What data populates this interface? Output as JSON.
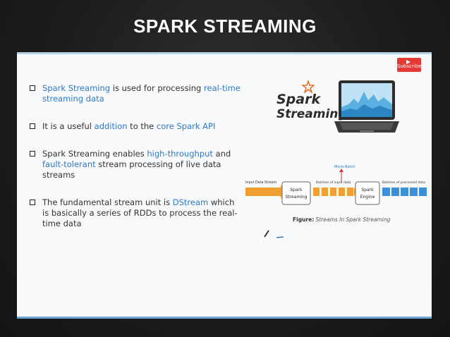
{
  "title": "SPARK STREAMING",
  "subscribe_label": "Subscribe",
  "bullets": [
    {
      "parts": [
        {
          "t": "Spark Streaming",
          "h": true
        },
        {
          "t": " is used for processing ",
          "h": false
        },
        {
          "t": "real-time streaming data",
          "h": true
        }
      ]
    },
    {
      "parts": [
        {
          "t": "It is a useful ",
          "h": false
        },
        {
          "t": "addition",
          "h": true
        },
        {
          "t": " to the ",
          "h": false
        },
        {
          "t": "core Spark API",
          "h": true
        }
      ]
    },
    {
      "parts": [
        {
          "t": "Spark Streaming enables ",
          "h": false
        },
        {
          "t": "high-throughput",
          "h": true
        },
        {
          "t": " and ",
          "h": false
        },
        {
          "t": "fault-tolerant",
          "h": true
        },
        {
          "t": " stream processing of live data streams",
          "h": false
        }
      ]
    },
    {
      "parts": [
        {
          "t": "The fundamental stream unit is ",
          "h": false
        },
        {
          "t": "DStream",
          "h": true
        },
        {
          "t": " which is basically a series of RDDs to process the real-time data",
          "h": false
        }
      ]
    }
  ],
  "logo": {
    "line1": "Spark",
    "line2": "Streaming"
  },
  "diagram": {
    "input_label": "Input Data Stream",
    "micro_batch_label": "Micro-Batch",
    "batches_input_label": "Batches of input data",
    "batches_processed_label": "Batches of processed data",
    "box1_line1": "Spark",
    "box1_line2": "Streaming",
    "box2_line1": "Spark",
    "box2_line2": "Engine"
  },
  "caption": {
    "label": "Figure:",
    "text": "Streams In Spark Streaming"
  },
  "colors": {
    "highlight": "#2f78c4",
    "orange": "#f0a030",
    "blue_block": "#3a8fd6"
  }
}
